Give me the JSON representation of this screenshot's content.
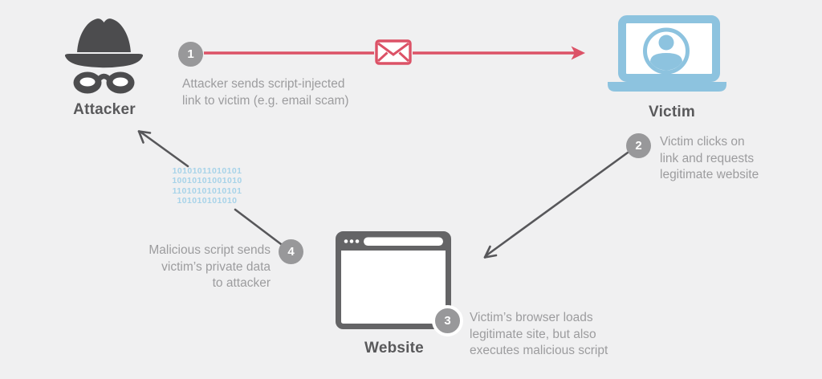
{
  "colors": {
    "background": "#f0f0f1",
    "icon_dark": "#4c4c4e",
    "browser_gray": "#646466",
    "label_text": "#59595b",
    "step_text": "#9c9c9e",
    "badge_fill": "#98989a",
    "badge_number": "#ffffff",
    "arrow_dark": "#57575a",
    "accent_red": "#dc5267",
    "laptop_blue": "#8dc3df",
    "binary_blue": "#a7d3e9"
  },
  "actors": {
    "attacker": {
      "label": "Attacker",
      "icon": "spy-hat-mask-icon"
    },
    "victim": {
      "label": "Victim",
      "icon": "laptop-user-icon"
    },
    "website": {
      "label": "Website",
      "icon": "browser-window-icon"
    }
  },
  "steps": [
    {
      "number": "1",
      "lines": [
        "Attacker sends script-injected",
        "link to victim (e.g. email scam)",
        ""
      ]
    },
    {
      "number": "2",
      "lines": [
        "Victim clicks on",
        "link and requests",
        "legitimate website"
      ]
    },
    {
      "number": "3",
      "lines": [
        "Victim’s browser loads",
        "legitimate site, but also",
        "executes malicious script"
      ]
    },
    {
      "number": "4",
      "lines": [
        "Malicious script sends",
        "victim’s private data",
        "to attacker"
      ]
    }
  ],
  "binary": {
    "lines": [
      "10101011010101",
      "10010101001010",
      "11010101010101",
      "101010101010"
    ]
  }
}
